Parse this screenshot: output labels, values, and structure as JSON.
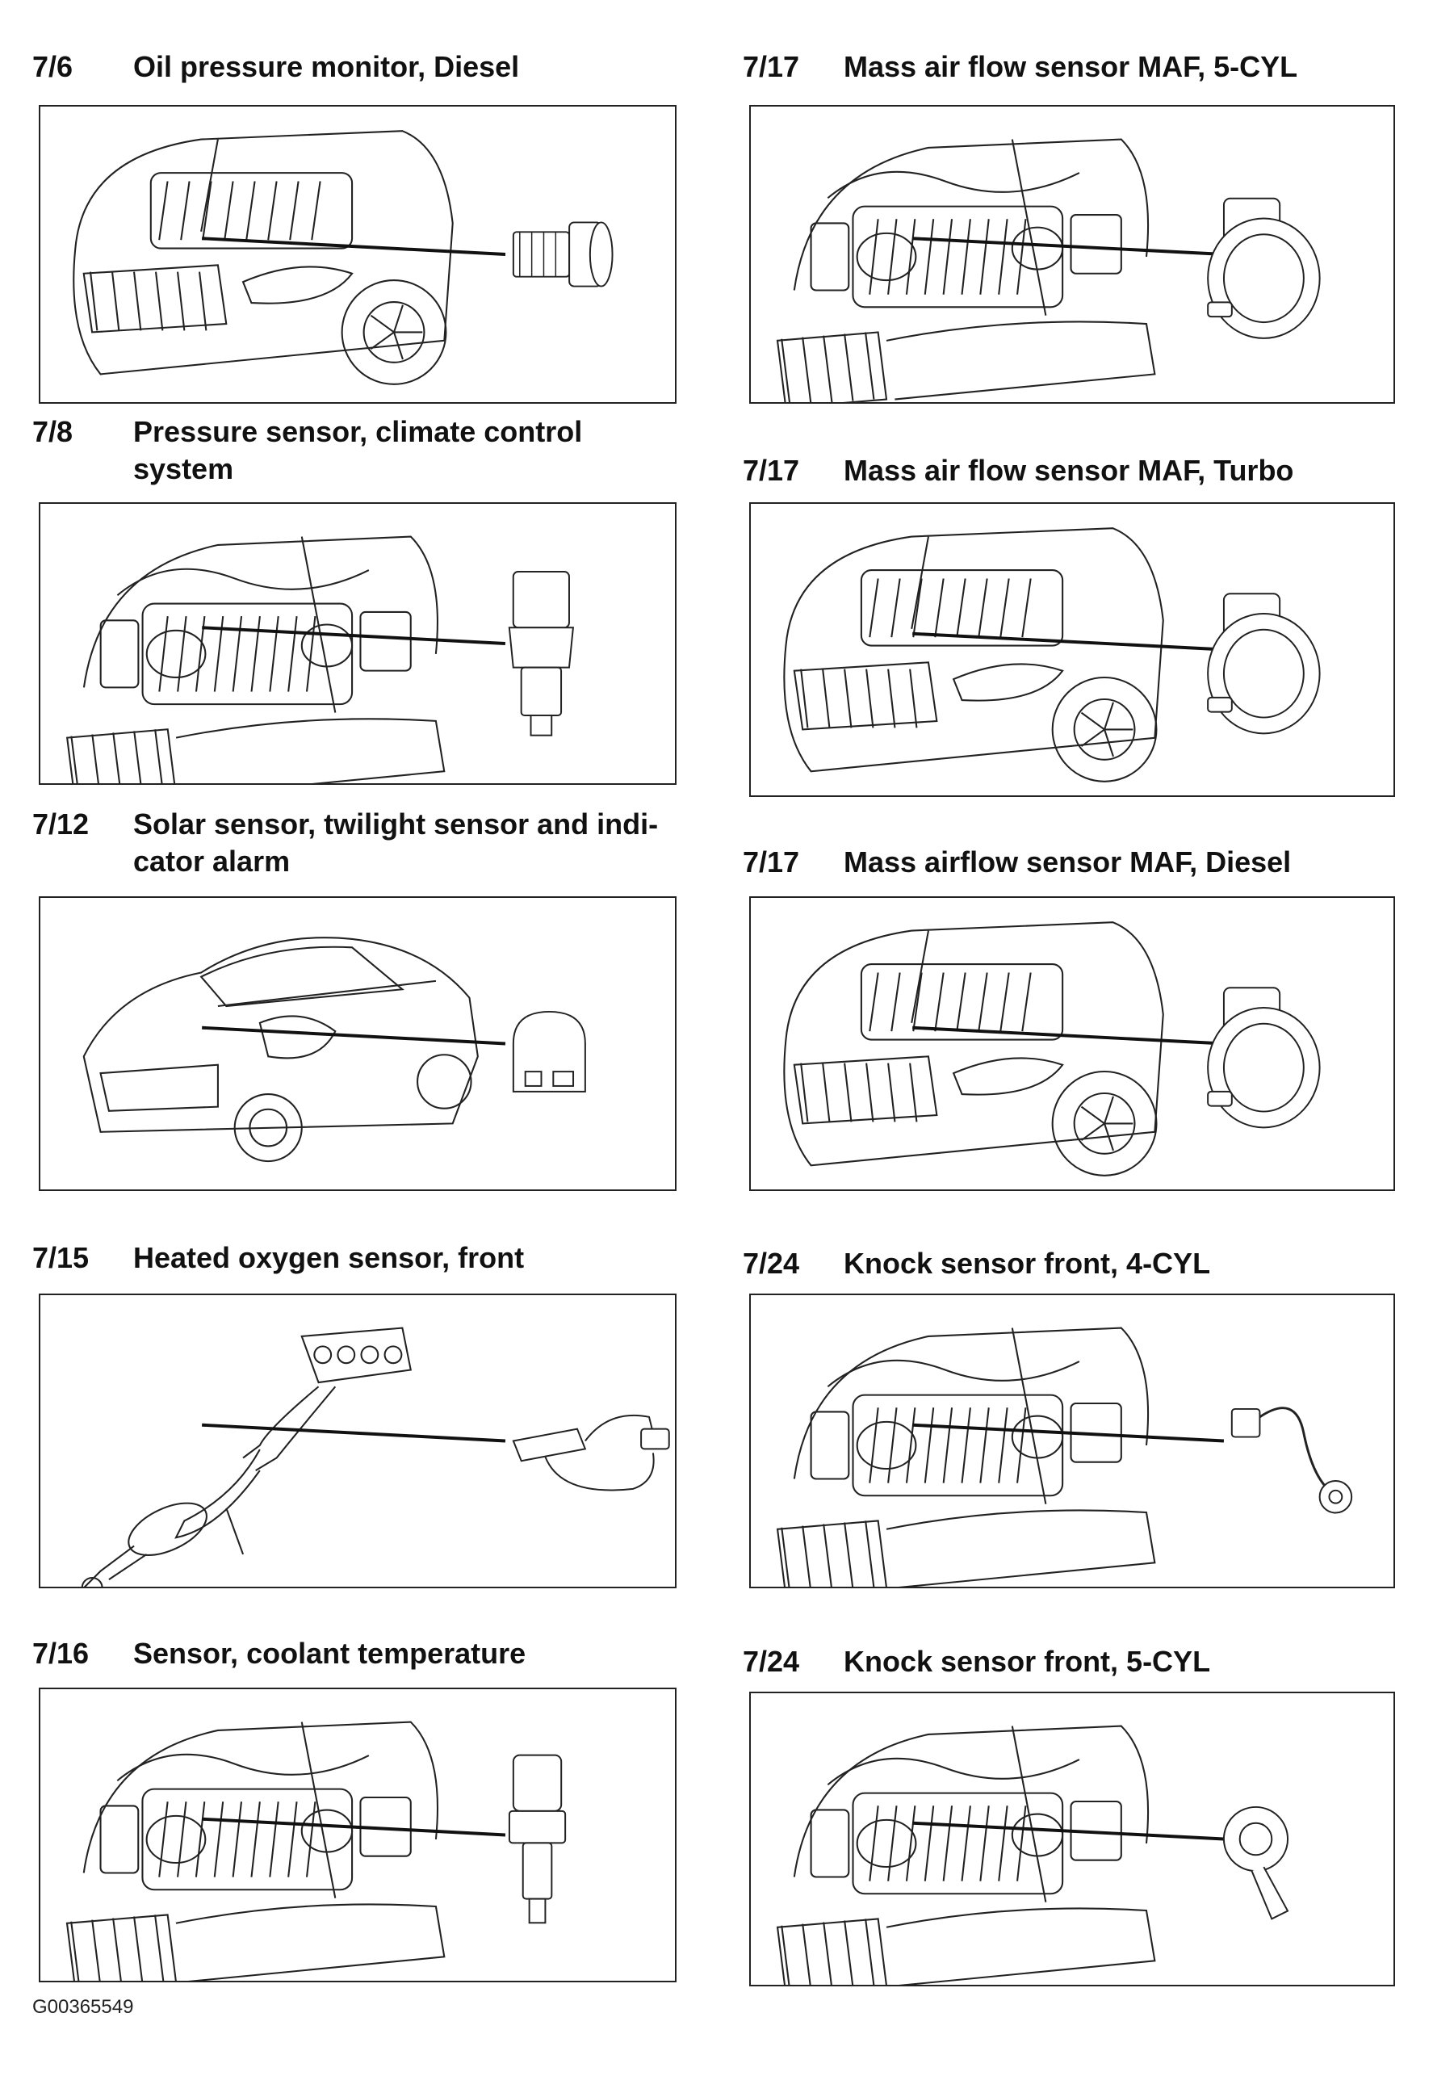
{
  "entries": [
    {
      "id": "e1",
      "number": "7/6",
      "title_lines": [
        "Oil pressure monitor, Diesel"
      ],
      "scene": "car-front-left",
      "part": "pressure-monitor",
      "part_name": "oil-pressure-monitor"
    },
    {
      "id": "e2",
      "number": "7/17",
      "title_lines": [
        "Mass air flow sensor MAF, 5-CYL"
      ],
      "scene": "engine-bay",
      "part": "maf",
      "part_name": "mass-air-flow-sensor-5cyl"
    },
    {
      "id": "e3",
      "number": "7/8",
      "title_lines": [
        "Pressure sensor, climate control",
        "system"
      ],
      "scene": "engine-bay",
      "part": "pressure-sensor",
      "part_name": "climate-pressure-sensor"
    },
    {
      "id": "e4",
      "number": "7/17",
      "title_lines": [
        "Mass air flow sensor MAF, Turbo"
      ],
      "scene": "car-front-left",
      "part": "maf",
      "part_name": "mass-air-flow-sensor-turbo"
    },
    {
      "id": "e5",
      "number": "7/12",
      "title_lines": [
        "Solar sensor, twilight sensor and indi-",
        "cator alarm"
      ],
      "scene": "car-rear",
      "part": "solar-sensor",
      "part_name": "solar-sensor"
    },
    {
      "id": "e6",
      "number": "7/17",
      "title_lines": [
        "Mass airflow sensor MAF, Diesel"
      ],
      "scene": "car-front-left",
      "part": "maf",
      "part_name": "mass-airflow-sensor-diesel"
    },
    {
      "id": "e7",
      "number": "7/15",
      "title_lines": [
        "Heated oxygen sensor, front"
      ],
      "scene": "exhaust",
      "part": "oxygen-sensor",
      "part_name": "heated-oxygen-sensor"
    },
    {
      "id": "e8",
      "number": "7/24",
      "title_lines": [
        "Knock sensor front, 4-CYL"
      ],
      "scene": "engine-bay",
      "part": "knock-sensor-wire",
      "part_name": "knock-sensor-4cyl"
    },
    {
      "id": "e9",
      "number": "7/16",
      "title_lines": [
        "Sensor, coolant temperature"
      ],
      "scene": "engine-bay",
      "part": "temp-sensor",
      "part_name": "coolant-temperature-sensor"
    },
    {
      "id": "e10",
      "number": "7/24",
      "title_lines": [
        "Knock sensor front, 5-CYL"
      ],
      "scene": "engine-bay",
      "part": "knock-sensor",
      "part_name": "knock-sensor-5cyl"
    }
  ],
  "document_code": "G00365549"
}
